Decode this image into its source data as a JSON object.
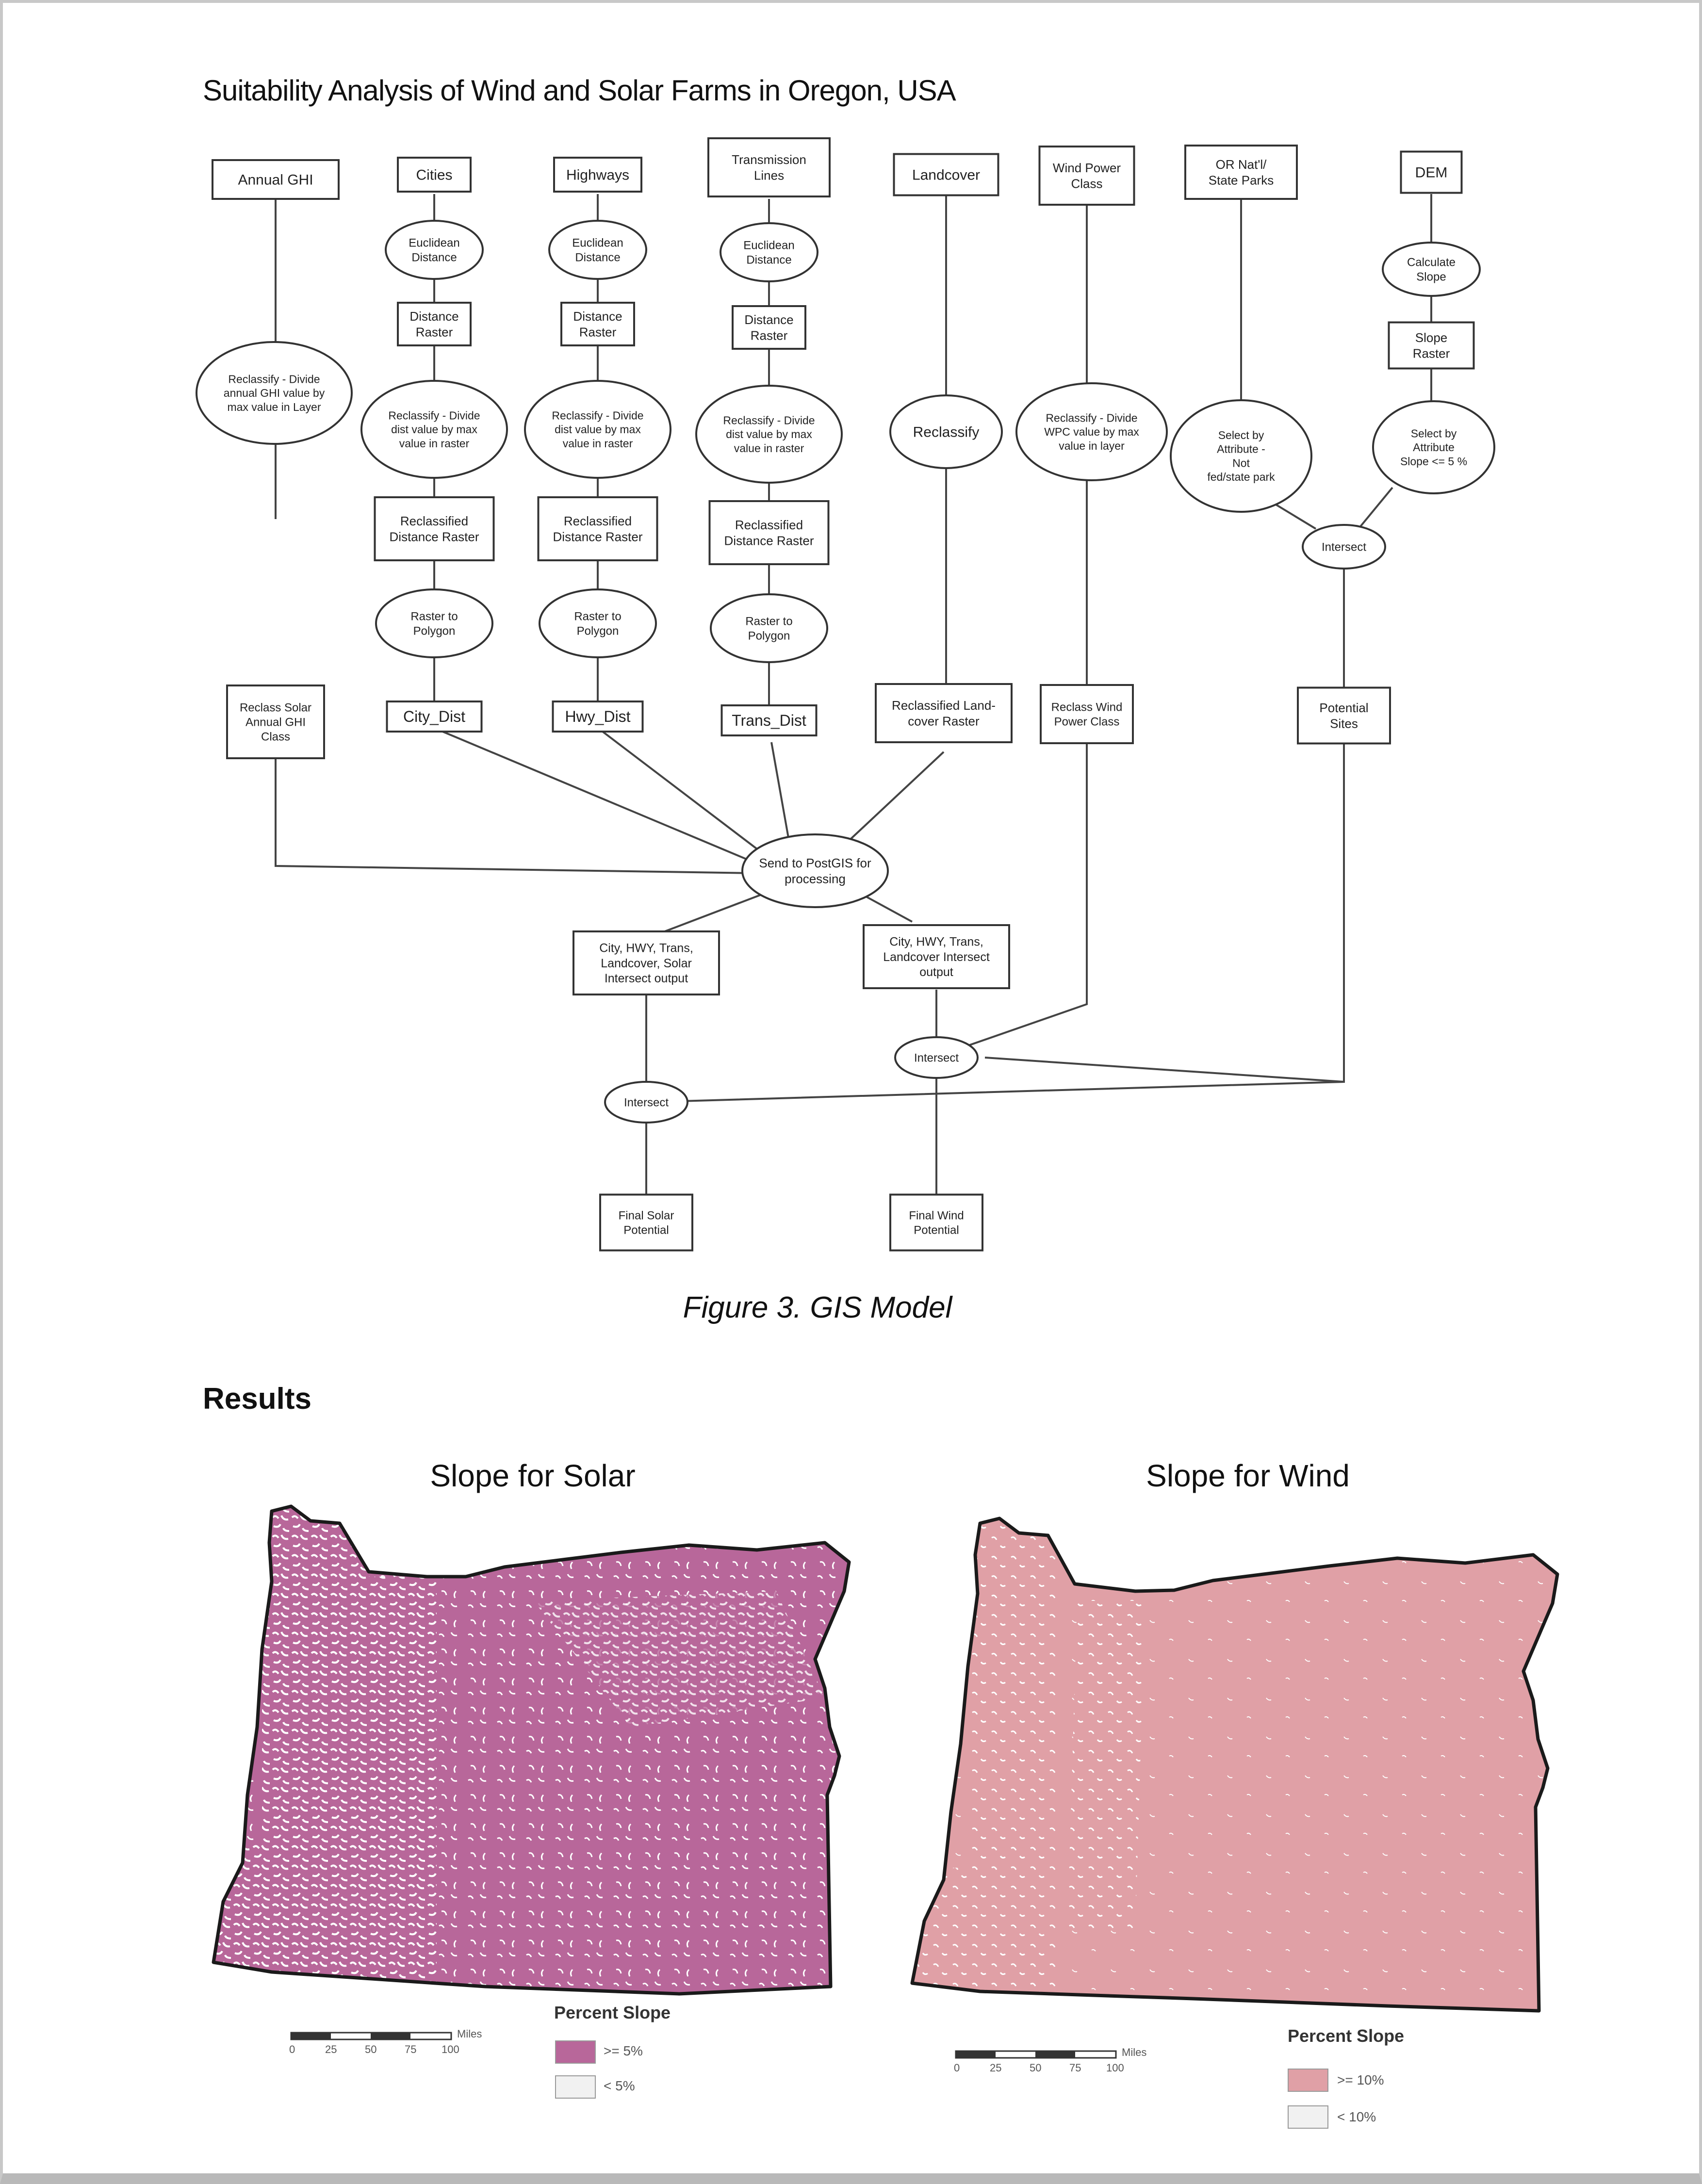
{
  "doc": {
    "title": "Suitability Analysis of Wind and Solar Farms in Oregon, USA",
    "caption": "Figure 3. GIS Model",
    "results_heading": "Results"
  },
  "flow": {
    "annual_ghi": "Annual GHI",
    "cities": "Cities",
    "highways": "Highways",
    "transmission": [
      "Transmission",
      "Lines"
    ],
    "landcover": "Landcover",
    "wind_power": [
      "Wind Power",
      "Class"
    ],
    "parks": [
      "OR Nat'l/",
      "State Parks"
    ],
    "dem": "DEM",
    "euclid": [
      "Euclidean",
      "Distance"
    ],
    "dist_raster": [
      "Distance",
      "Raster"
    ],
    "reclass_ghi": [
      "Reclassify - Divide",
      "annual GHI value by",
      "max value in Layer"
    ],
    "reclass_dist": [
      "Reclassify - Divide",
      "dist value by max",
      "value in raster"
    ],
    "reclassify": "Reclassify",
    "reclass_wind": [
      "Reclassify - Divide",
      "WPC value by max",
      "value in layer"
    ],
    "select_parks": [
      "Select by",
      "Attribute -",
      "Not",
      "fed/state park"
    ],
    "calc_slope": [
      "Calculate",
      "Slope"
    ],
    "slope_raster": [
      "Slope",
      "Raster"
    ],
    "select_slope": [
      "Select by",
      "Attribute",
      "Slope <= 5 %"
    ],
    "reclass_dist_raster": [
      "Reclassified",
      "Distance Raster"
    ],
    "intersect": "Intersect",
    "raster_poly": [
      "Raster to",
      "Polygon"
    ],
    "reclass_solar": [
      "Reclass Solar",
      "Annual GHI",
      "Class"
    ],
    "city_dist": "City_Dist",
    "hwy_dist": "Hwy_Dist",
    "trans_dist": "Trans_Dist",
    "reclass_landcover": [
      "Reclassified Land-",
      "cover Raster"
    ],
    "reclass_wind_class": [
      "Reclass Wind",
      "Power Class"
    ],
    "potential_sites": [
      "Potential",
      "Sites"
    ],
    "postgis": [
      "Send to PostGIS for",
      "processing"
    ],
    "solar_intersect_out": [
      "City, HWY, Trans,",
      "Landcover, Solar",
      "Intersect output"
    ],
    "wind_intersect_out": [
      "City, HWY, Trans,",
      "Landcover Intersect",
      "output"
    ],
    "final_solar": [
      "Final Solar",
      "Potential"
    ],
    "final_wind": [
      "Final Wind",
      "Potential"
    ]
  },
  "maps": [
    {
      "title": "Slope for Solar",
      "legend_title": "Percent Slope",
      "legend": [
        {
          "label": ">= 5%",
          "color": "#b8679a"
        },
        {
          "label": "< 5%",
          "color": "#f1f1f1"
        }
      ],
      "scale_ticks": [
        "0",
        "25",
        "50",
        "75",
        "100"
      ],
      "scale_unit": "Miles",
      "fill": "#b8679a"
    },
    {
      "title": "Slope for Wind",
      "legend_title": "Percent Slope",
      "legend": [
        {
          "label": ">= 10%",
          "color": "#e0a0a6"
        },
        {
          "label": "< 10%",
          "color": "#f1f1f1"
        }
      ],
      "scale_ticks": [
        "0",
        "25",
        "50",
        "75",
        "100"
      ],
      "scale_unit": "Miles",
      "fill": "#e0a0a6"
    }
  ]
}
